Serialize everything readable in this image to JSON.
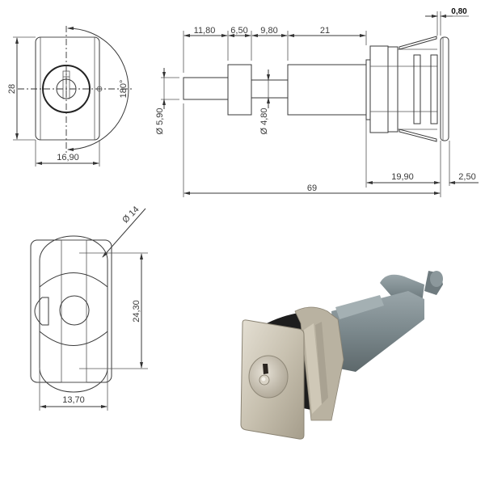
{
  "front_view": {
    "height_label": "28",
    "width_label": "16,90",
    "rotation_label": "180°"
  },
  "side_view": {
    "top_dims": [
      "11,80",
      "6,50",
      "9,80",
      "21"
    ],
    "flange_gap_label": "0,80",
    "diameter_shaft_label": "Ø 5,90",
    "diameter_neck_label": "Ø 4,80",
    "bottom_dims": {
      "total_length": "69",
      "body_length": "19,90",
      "flange_thickness": "2,50"
    }
  },
  "cutout_view": {
    "diameter_label": "Ø 14",
    "height_label": "24,30",
    "width_label": "13,70"
  },
  "photo": {
    "subject": "push-lock-cylinder",
    "face_color": "#c9c2b2",
    "body_color": "#7d8a8e",
    "gasket_color": "#1a1a1a"
  }
}
